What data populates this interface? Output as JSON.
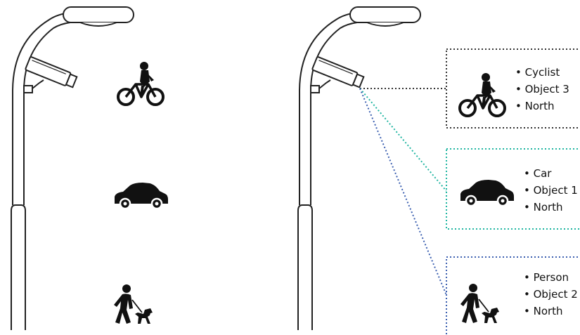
{
  "scenes": {
    "left": {
      "objects": [
        {
          "icon": "cyclist-icon"
        },
        {
          "icon": "car-icon"
        },
        {
          "icon": "person-walking-dog-icon"
        }
      ]
    },
    "right": {
      "detections": [
        {
          "icon": "cyclist-icon",
          "lines": [
            "Cyclist",
            "Object 3",
            "North"
          ],
          "color": "#333333"
        },
        {
          "icon": "car-icon",
          "lines": [
            "Car",
            "Object 1",
            "North"
          ],
          "color": "#1fb5a1"
        },
        {
          "icon": "person-walking-dog-icon",
          "lines": [
            "Person",
            "Object 2",
            "North"
          ],
          "color": "#3b5fb0"
        }
      ]
    }
  },
  "colors": {
    "pole_stroke": "#222222",
    "camera_stroke": "#222222",
    "icon_fill": "#111111"
  }
}
